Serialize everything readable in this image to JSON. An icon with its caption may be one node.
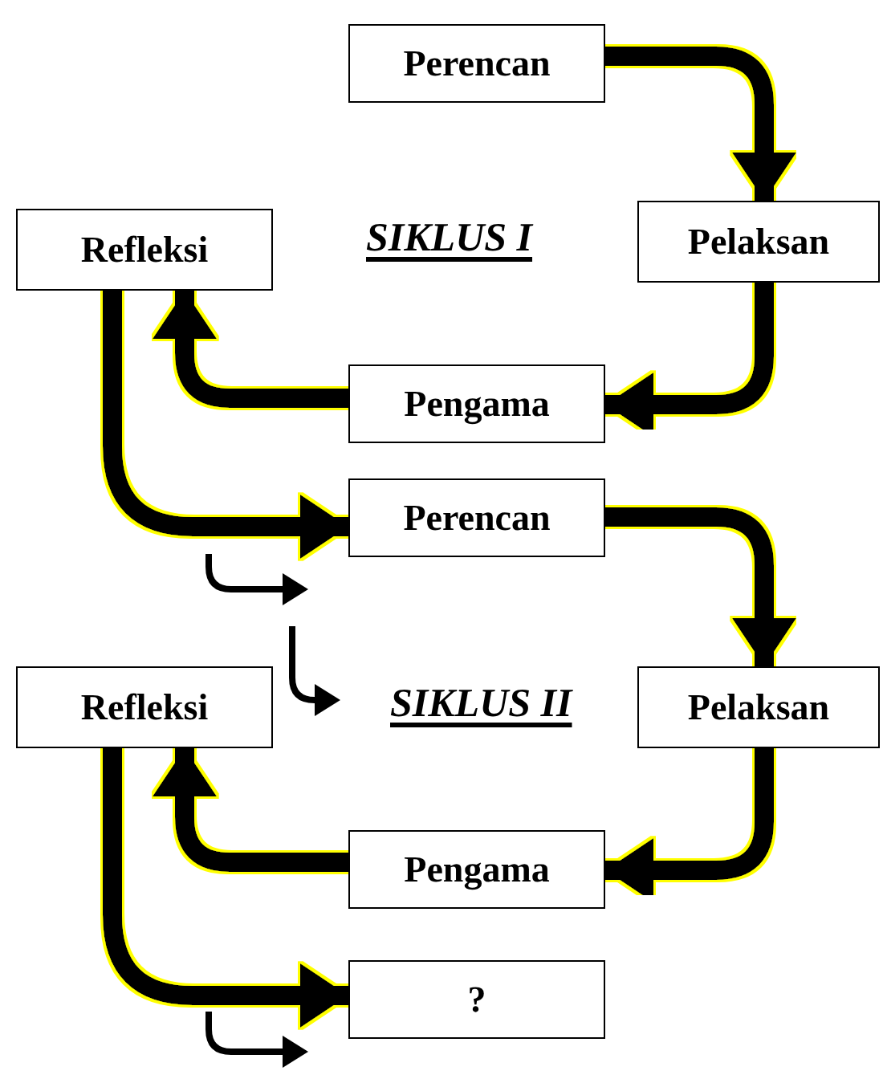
{
  "diagram": {
    "nodes": [
      {
        "text": [
          "Perencan"
        ]
      },
      {
        "text": [
          "Refleksi"
        ]
      },
      {
        "text": [
          "Pelaksan"
        ]
      },
      {
        "text": [
          "Pengama"
        ]
      },
      {
        "text": [
          "Perencan"
        ]
      },
      {
        "text": [
          "Refleksi"
        ]
      },
      {
        "text": [
          "Pelaksan"
        ]
      },
      {
        "text": [
          "Pengama"
        ]
      },
      {
        "text": [
          "?"
        ]
      }
    ],
    "edges": [
      {
        "from": 0,
        "to": 2,
        "arrow": "to"
      },
      {
        "from": 2,
        "to": 3,
        "arrow": "to"
      },
      {
        "from": 3,
        "to": 1,
        "arrow": "to"
      },
      {
        "from": 1,
        "to": 4,
        "arrow": "to"
      },
      {
        "from": 4,
        "to": 6,
        "arrow": "to"
      },
      {
        "from": 6,
        "to": 7,
        "arrow": "to"
      },
      {
        "from": 7,
        "to": 5,
        "arrow": "to"
      },
      {
        "from": 5,
        "to": 8,
        "arrow": "to"
      }
    ],
    "labels": [
      "SIKLUS I",
      "SIKLUS II"
    ]
  }
}
